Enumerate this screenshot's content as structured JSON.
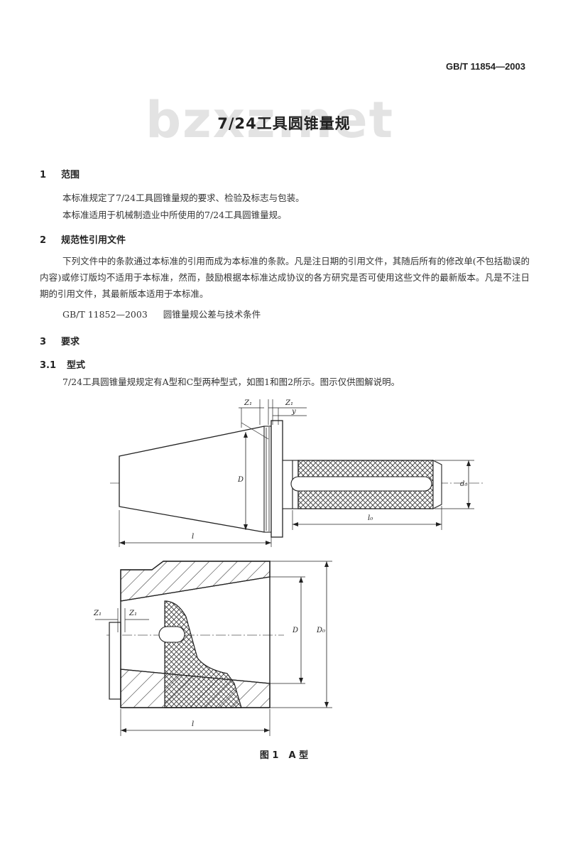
{
  "header": {
    "standard_number": "GB/T 11854—2003"
  },
  "watermark": "bzxz.net",
  "title": "7/24工具圆锥量规",
  "sections": {
    "s1": {
      "number": "1",
      "heading": "范围",
      "lines": [
        "本标准规定了7/24工具圆锥量规的要求、检验及标志与包装。",
        "本标准适用于机械制造业中所使用的7/24工具圆锥量规。"
      ]
    },
    "s2": {
      "number": "2",
      "heading": "规范性引用文件",
      "paragraph": "下列文件中的条款通过本标准的引用而成为本标准的条款。凡是注日期的引用文件，其随后所有的修改单(不包括勘误的内容)或修订版均不适用于本标准，然而，鼓励根据本标准达成协议的各方研究是否可使用这些文件的最新版本。凡是不注日期的引用文件，其最新版本适用于本标准。",
      "reference": {
        "code": "GB/T 11852—2003",
        "title": "圆锥量规公差与技术条件"
      }
    },
    "s3": {
      "number": "3",
      "heading": "要求"
    },
    "s3_1": {
      "number": "3.1",
      "heading": "型式",
      "text": "7/24工具圆锥量规规定有A型和C型两种型式，如图1和图2所示。图示仅供图解说明。"
    }
  },
  "figure": {
    "labels": {
      "z1": "Z₁",
      "y": "y",
      "D": "D",
      "l": "l",
      "l0": "l₀",
      "d0": "d₀",
      "D0": "D₀"
    },
    "caption_number": "图 1",
    "caption_type": "A 型"
  }
}
